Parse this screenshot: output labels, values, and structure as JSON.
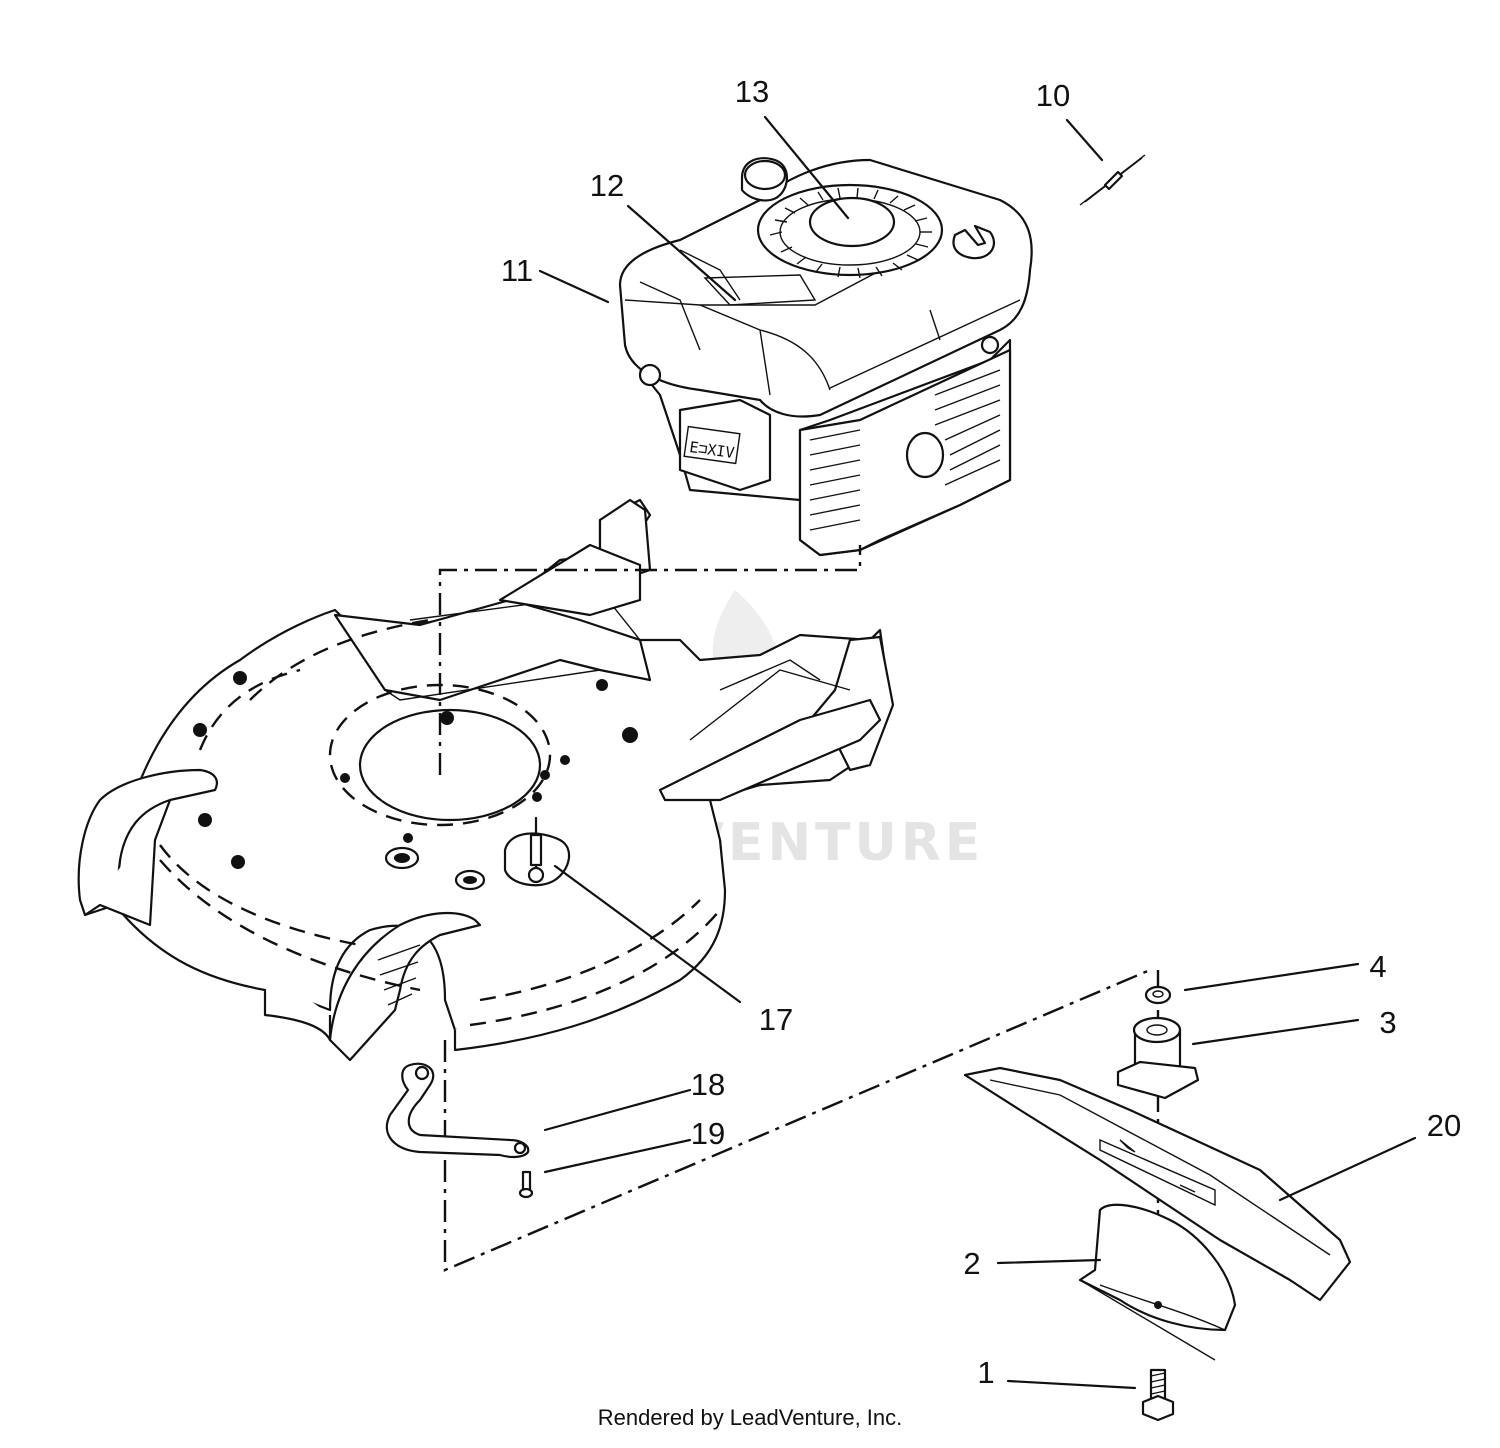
{
  "callouts": {
    "c1": "1",
    "c2": "2",
    "c3": "3",
    "c4": "4",
    "c10": "10",
    "c11": "11",
    "c12": "12",
    "c13": "13",
    "c17": "17",
    "c18": "18",
    "c19": "19",
    "c20": "20"
  },
  "watermark": "LEADVENTURE",
  "footer": "Rendered by LeadVenture, Inc."
}
